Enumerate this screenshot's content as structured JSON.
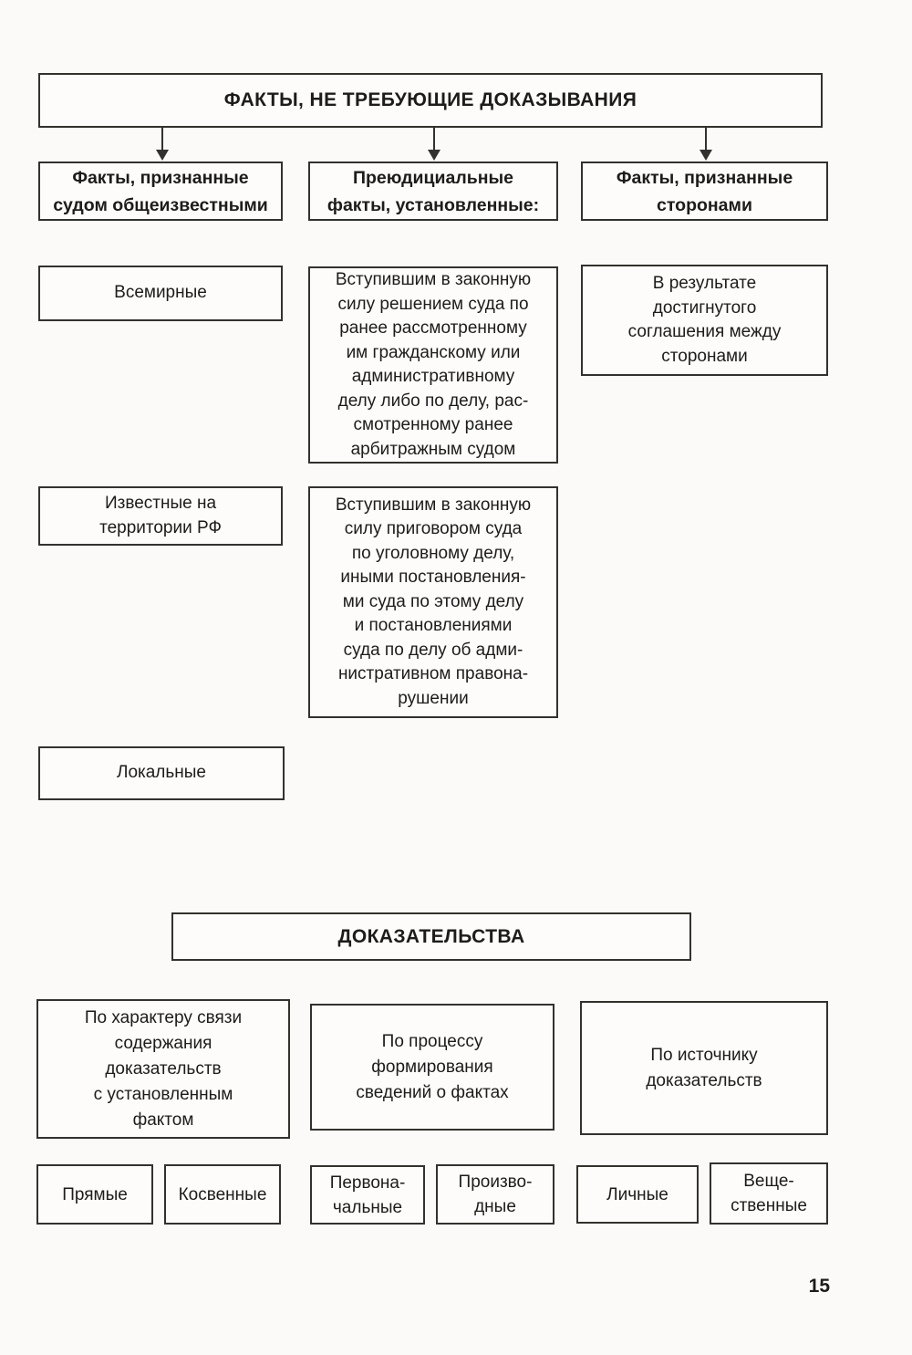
{
  "page": {
    "number": "15",
    "paper_color": "#fbfaf8",
    "ink_color": "#1d1c1a"
  },
  "facts_chart": {
    "title": "ФАКТЫ, НЕ ТРЕБУЮЩИЕ ДОКАЗЫВАНИЯ",
    "branches": [
      {
        "header": "Факты, признанные\nсудом общеизвестными",
        "children": [
          "Всемирные",
          "Известные на\nтерритории РФ",
          "Локальные"
        ]
      },
      {
        "header": "Преюдициальные\nфакты, установленные:",
        "children": [
          "Вступившим в законную\nсилу решением суда по\nранее рассмотренному\nим гражданскому или\nадминистративному\nделу либо по делу, рас-\nсмотренному ранее\nарбитражным судом",
          "Вступившим в законную\nсилу приговором суда\nпо уголовному делу,\nиными постановления-\nми суда по этому делу\nи постановлениями\nсуда по делу об адми-\nнистративном правона-\nрушении"
        ]
      },
      {
        "header": "Факты, признанные\nсторонами",
        "children": [
          "В результате\nдостигнутого\nсоглашения между\nсторонами"
        ]
      }
    ]
  },
  "evidence_chart": {
    "title": "ДОКАЗАТЕЛЬСТВА",
    "categories": [
      {
        "label": "По характеру связи\nсодержания\nдоказательств\nс установленным\nфактом",
        "types": [
          "Прямые",
          "Косвенные"
        ]
      },
      {
        "label": "По процессу\nформирования\nсведений о фактах",
        "types": [
          "Первона-\nчальные",
          "Произво-\nдные"
        ]
      },
      {
        "label": "По источнику\nдоказательств",
        "types": [
          "Личные",
          "Веще-\nственные"
        ]
      }
    ]
  }
}
